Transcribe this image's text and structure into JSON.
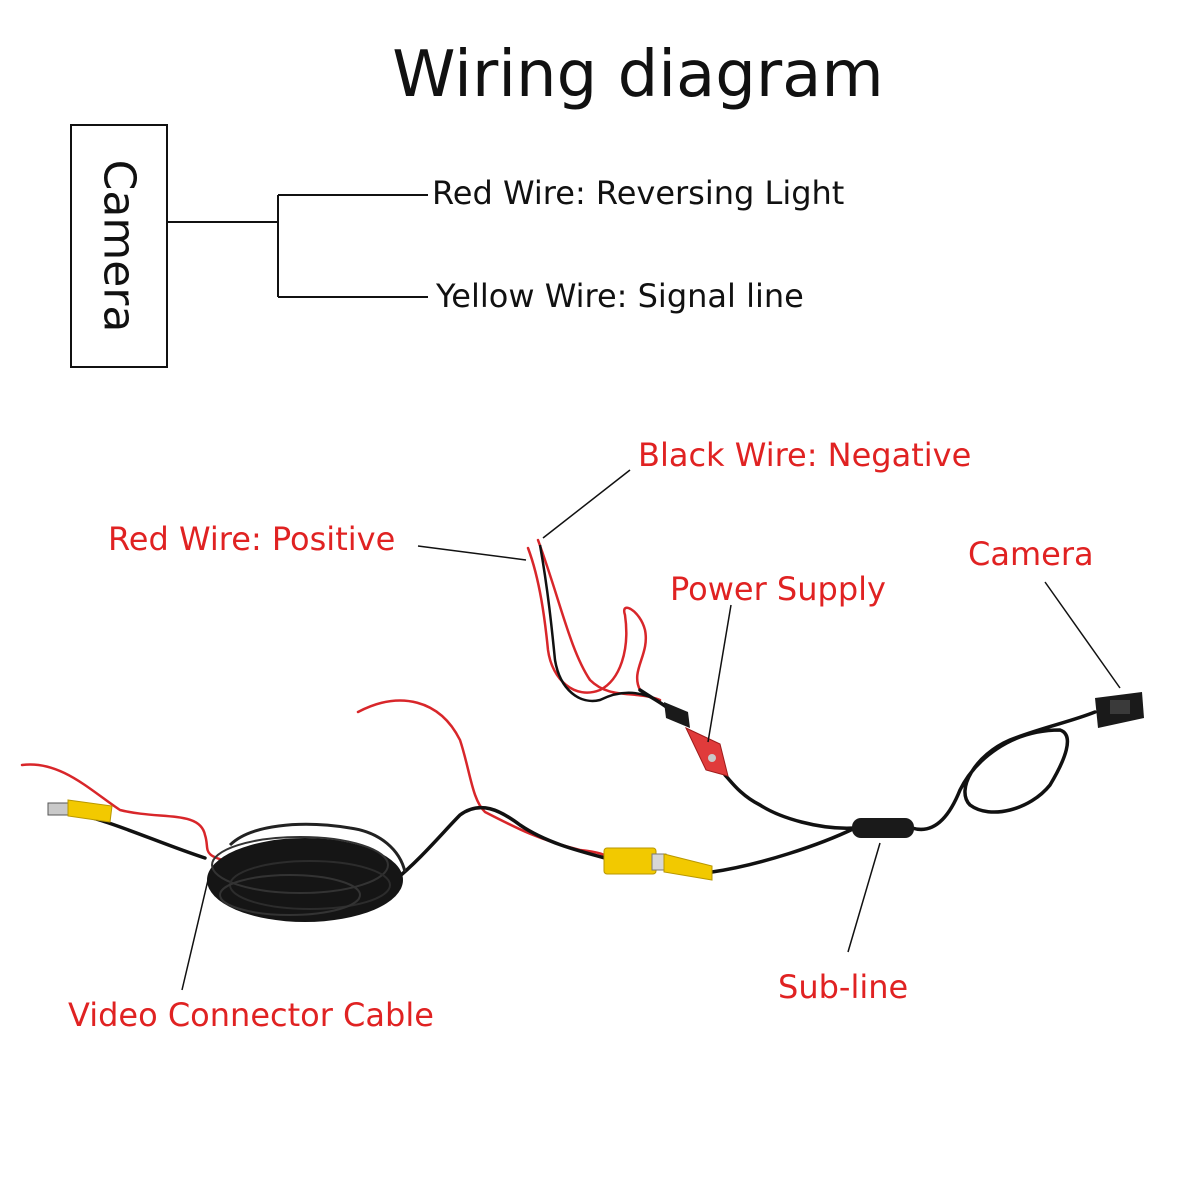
{
  "title": "Wiring diagram",
  "schematic": {
    "camera_label": "Camera",
    "red_wire": "Red Wire: Reversing Light",
    "yellow_wire": "Yellow Wire: Signal line"
  },
  "callouts": {
    "black_wire": "Black Wire: Negative",
    "red_wire": "Red Wire: Positive",
    "power_supply": "Power Supply",
    "camera": "Camera",
    "sub_line": "Sub-line",
    "video_cable": "Video Connector Cable"
  },
  "colors": {
    "label_red": "#e02222",
    "wire_black": "#111111",
    "wire_red": "#d8262a",
    "connector_yellow": "#f2c900"
  }
}
